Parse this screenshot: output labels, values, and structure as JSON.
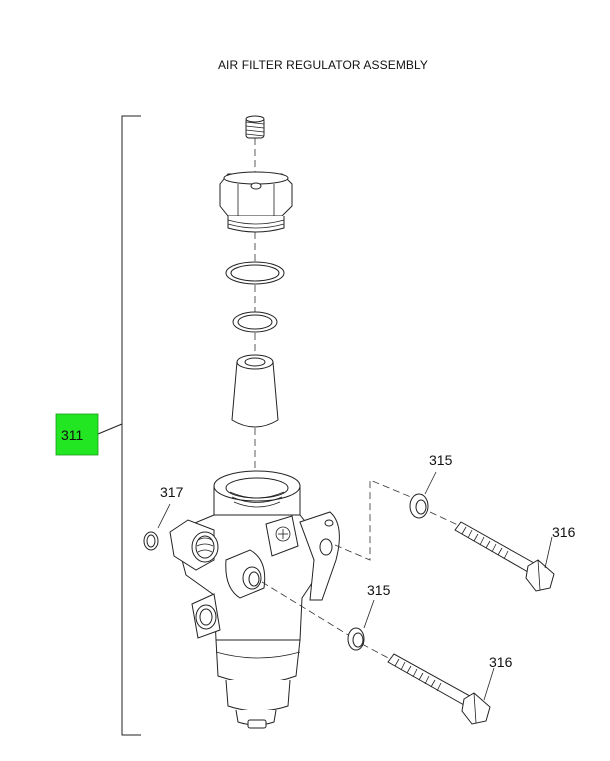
{
  "title": "AIR FILTER REGULATOR ASSEMBLY",
  "callouts": {
    "assembly": "311",
    "gasket": "317",
    "washer_upper": "315",
    "bolt_upper": "316",
    "washer_lower": "315",
    "bolt_lower": "316"
  },
  "colors": {
    "highlight": "#22e622",
    "line": "#222222"
  }
}
